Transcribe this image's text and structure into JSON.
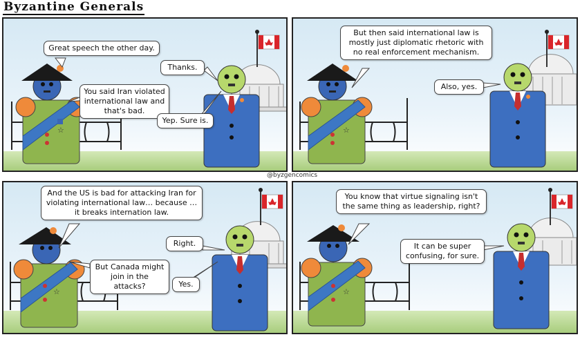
{
  "comic": {
    "title": "Byzantine Generals",
    "credit": "@byzgencomics"
  },
  "colors": {
    "general_uniform": "#8fb54e",
    "general_face": "#3a66b5",
    "sash": "#3d77c4",
    "epaulette": "#ef8a3a",
    "pm_face": "#b7d86c",
    "pm_suit": "#3d6fc0",
    "tie": "#c62e2e",
    "flag_leaf": "#d9252a"
  },
  "panels": [
    {
      "bubbles": [
        {
          "text": "Great speech the other day."
        },
        {
          "text": "Thanks."
        },
        {
          "text": "You said Iran violated international law and that's bad."
        },
        {
          "text": "Yep. Sure is."
        }
      ]
    },
    {
      "bubbles": [
        {
          "text": "But then said international law is mostly just diplomatic rhetoric with no real enforcement mechanism."
        },
        {
          "text": "Also, yes."
        }
      ]
    },
    {
      "bubbles": [
        {
          "text": "And the US is bad for attacking Iran for violating international law… because …it breaks internation law."
        },
        {
          "text": "Right."
        },
        {
          "text": "But Canada might join in the attacks?"
        },
        {
          "text": "Yes."
        }
      ]
    },
    {
      "bubbles": [
        {
          "text": "You know that virtue signaling isn't the same thing as leadership, right?"
        },
        {
          "text": "It can be super confusing, for sure."
        }
      ]
    }
  ]
}
